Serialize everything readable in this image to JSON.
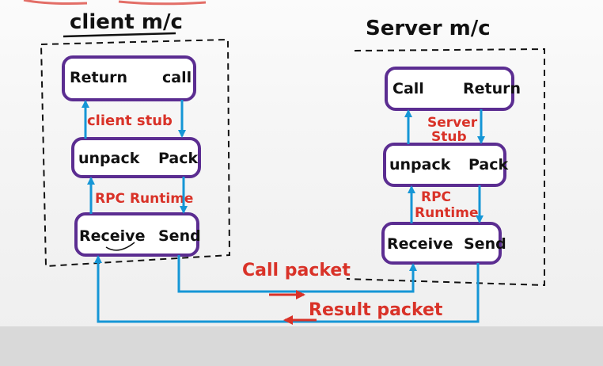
{
  "colors": {
    "box_border": "#5b2d91",
    "arrow": "#1596d6",
    "label_red": "#d93228",
    "text_black": "#111111",
    "dashed": "#111111"
  },
  "client": {
    "title": "client m/c",
    "stub_label": "client stub",
    "runtime_label": "RPC Runtime",
    "box_top": {
      "left": "Return",
      "right": "call"
    },
    "box_mid": {
      "left": "unpack",
      "right": "Pack"
    },
    "box_bot": {
      "left": "Receive",
      "right": "Send"
    }
  },
  "server": {
    "title": "Server m/c",
    "stub_label_1": "Server",
    "stub_label_2": "Stub",
    "runtime_label_1": "RPC",
    "runtime_label_2": "Runtime",
    "box_top": {
      "left": "Call",
      "right": "Return"
    },
    "box_mid": {
      "left": "unpack",
      "right": "Pack"
    },
    "box_bot": {
      "left": "Receive",
      "right": "Send"
    }
  },
  "packets": {
    "call": "Call packet",
    "result": "Result packet"
  }
}
